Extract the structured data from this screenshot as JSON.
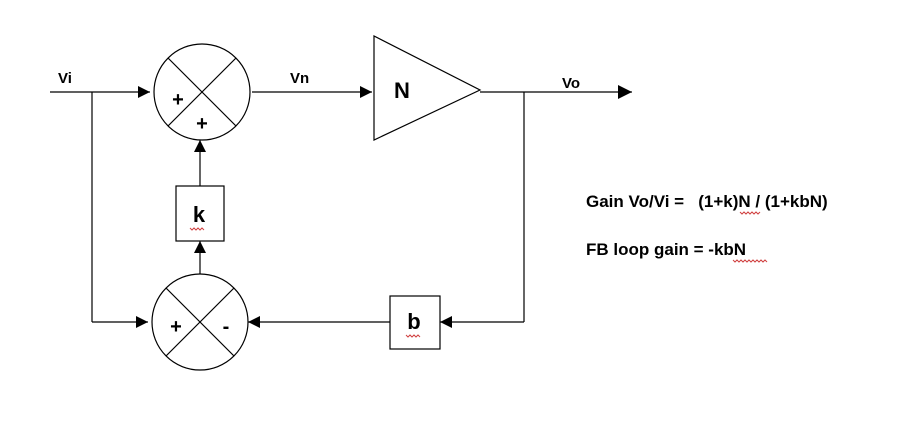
{
  "labels": {
    "input": "Vi",
    "summer_out": "Vn",
    "output": "Vo",
    "amplifier": "N",
    "k_block": "k",
    "b_block": "b",
    "top_sum_sign_left": "+",
    "top_sum_sign_bottom": "+",
    "bottom_sum_sign_left": "+",
    "bottom_sum_sign_right": "-"
  },
  "equations": {
    "gain": "Gain Vo/Vi =   (1+k)N / (1+kbN)",
    "loop_gain": "FB loop gain = -kbN"
  },
  "colors": {
    "line": "#000000",
    "background": "#ffffff",
    "spellcheck": "#d04040"
  }
}
